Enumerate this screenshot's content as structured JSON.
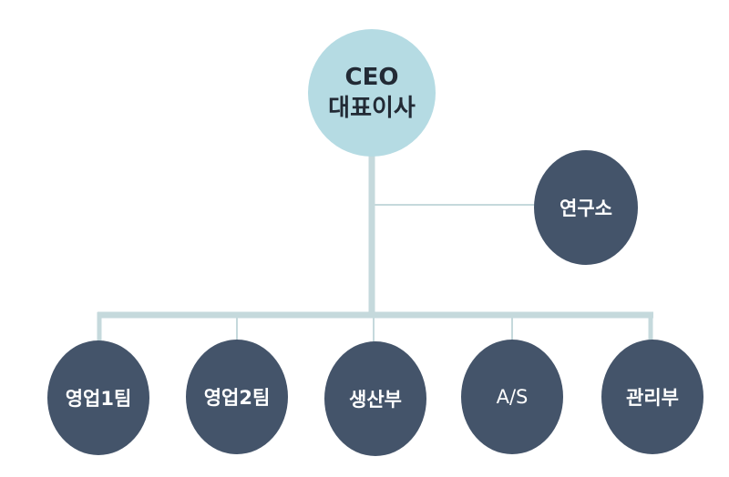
{
  "ceo": {
    "line1": "CEO",
    "line2": "대표이사"
  },
  "lab": {
    "label": "연구소"
  },
  "departments": [
    {
      "label": "영업1팀"
    },
    {
      "label": "영업2팀"
    },
    {
      "label": "생산부"
    },
    {
      "label": "A/S"
    },
    {
      "label": "관리부"
    }
  ],
  "colors": {
    "ceo_fill": "#b5dbe3",
    "dept_fill": "#44546a",
    "connector": "#c5d9dc",
    "ceo_text": "#222a35",
    "dept_text": "#ffffff"
  }
}
